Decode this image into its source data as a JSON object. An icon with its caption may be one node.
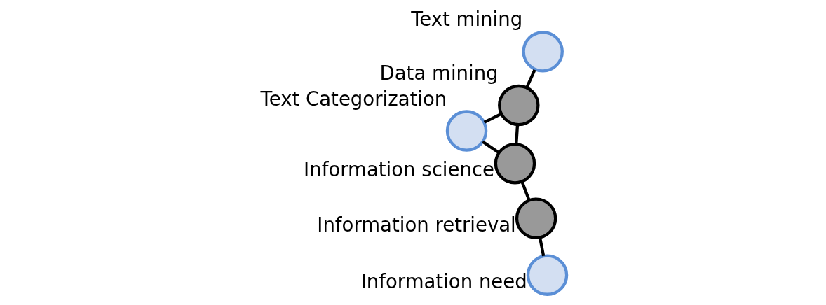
{
  "diagram": {
    "nodes": [
      {
        "text": [
          "Information science"
        ]
      },
      {
        "text": [
          "Information retrieval"
        ]
      },
      {
        "text": [
          "Information need"
        ]
      },
      {
        "text": [
          "Text mining"
        ]
      },
      {
        "text": [
          "Data mining"
        ]
      },
      {
        "text": [
          "Text Categorization"
        ]
      }
    ],
    "edges": [
      {
        "from": 0,
        "to": 1,
        "arrow": "none"
      },
      {
        "from": 1,
        "to": 2,
        "arrow": "none"
      },
      {
        "from": 0,
        "to": 4,
        "arrow": "none"
      },
      {
        "from": 0,
        "to": 5,
        "arrow": "none"
      },
      {
        "from": 3,
        "to": 4,
        "arrow": "none"
      },
      {
        "from": 4,
        "to": 5,
        "arrow": "none"
      }
    ]
  }
}
